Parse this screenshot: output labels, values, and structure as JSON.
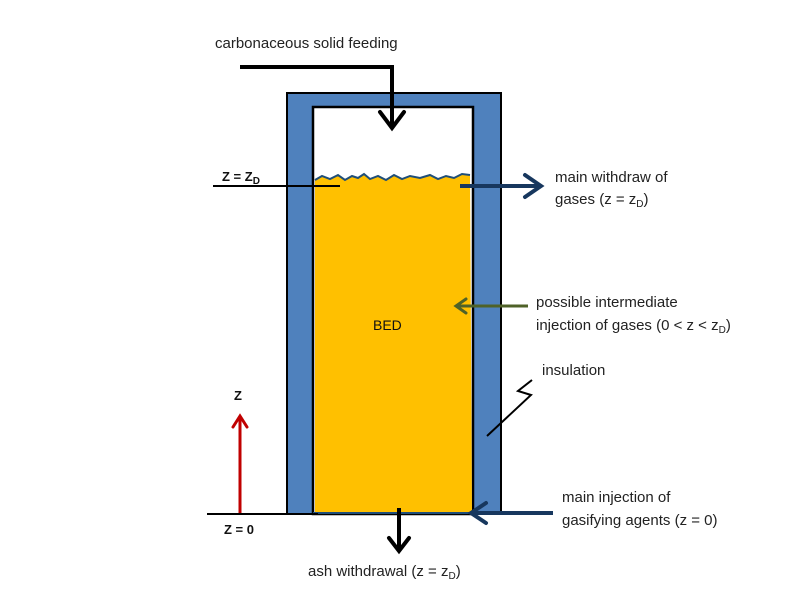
{
  "colors": {
    "insulation": "#4f81bd",
    "bed": "#ffc000",
    "bed_surface": "#1f4e79",
    "outline": "#000000",
    "gas_arrow": "#17375e",
    "intermediate_arrow": "#4f6228",
    "z_axis_arrow": "#c00000"
  },
  "labels": {
    "feed": "carbonaceous solid feeding",
    "withdraw_gases_line1": "main withdraw of",
    "withdraw_gases_line2_prefix": "gases (z = z",
    "withdraw_gases_line2_sub": "D",
    "withdraw_gases_line2_suffix": ")",
    "intermediate_line1": "possible intermediate",
    "intermediate_line2_prefix": "injection of gases (0 < z < z",
    "intermediate_line2_sub": "D",
    "intermediate_line2_suffix": ")",
    "insulation": "insulation",
    "injection_line1": "main injection of",
    "injection_line2": "gasifying agents (z  = 0)",
    "ash_prefix": "ash withdrawal (z = z",
    "ash_sub": "D",
    "ash_suffix": ")",
    "bed": "BED",
    "z_axis": "Z",
    "z_top_prefix": "Z = Z",
    "z_top_sub": "D",
    "z_zero": "Z = 0"
  }
}
